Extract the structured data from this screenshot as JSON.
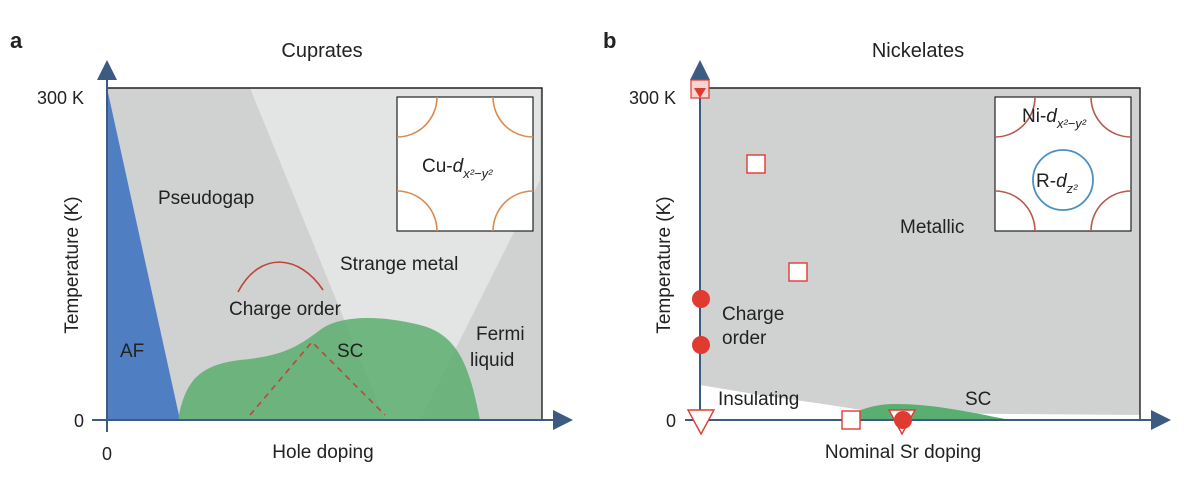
{
  "panels": {
    "a": {
      "letter": "a",
      "title": "Cuprates",
      "y_axis_label": "Temperature (K)",
      "x_axis_label": "Hole doping",
      "y_tick_top": "300 K",
      "y_tick_bottom": "0",
      "x_tick_origin": "0",
      "regions": {
        "af": "AF",
        "pseudogap": "Pseudogap",
        "strange_metal": "Strange metal",
        "charge_order": "Charge order",
        "sc": "SC",
        "fermi_liquid_1": "Fermi",
        "fermi_liquid_2": "liquid"
      },
      "inset": {
        "orbital_prefix": "Cu-",
        "orbital_d": "d",
        "orbital_sub": "x²−y²"
      }
    },
    "b": {
      "letter": "b",
      "title": "Nickelates",
      "y_axis_label": "Temperature (K)",
      "x_axis_label": "Nominal Sr doping",
      "y_tick_top": "300 K",
      "y_tick_bottom": "0",
      "regions": {
        "metallic": "Metallic",
        "charge_order_1": "Charge",
        "charge_order_2": "order",
        "insulating": "Insulating",
        "sc": "SC"
      },
      "inset": {
        "ni_prefix": "Ni-",
        "ni_d": "d",
        "ni_sub": "x²−y²",
        "r_prefix": "R-",
        "r_d": "d",
        "r_sub": "z²"
      }
    }
  },
  "colors": {
    "axis": "#3d5a80",
    "background_gray": "#d0d1d1",
    "light_gray": "#e3e4e4",
    "af_blue": "#4f7fc2",
    "sc_green": "#5aae70",
    "charge_order_red": "#c0443a",
    "marker_red": "#e03a31",
    "inset_orange": "#d98a4e",
    "inset_blue": "#4a90c0"
  }
}
